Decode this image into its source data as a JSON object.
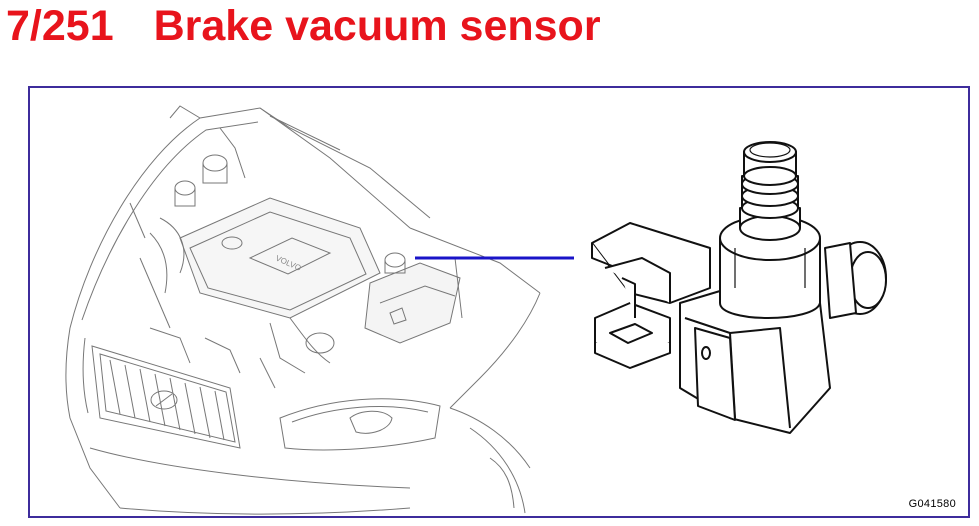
{
  "header": {
    "section_number": "7/251",
    "section_title": "Brake vacuum sensor"
  },
  "figure": {
    "code": "G041580",
    "pointer_color": "#1a14c8"
  },
  "colors": {
    "title": "#e8141c",
    "frame_border": "#3e2c9c"
  },
  "icons": {
    "car": "engine-bay-illustration-icon",
    "sensor": "brake-vacuum-sensor-icon"
  }
}
